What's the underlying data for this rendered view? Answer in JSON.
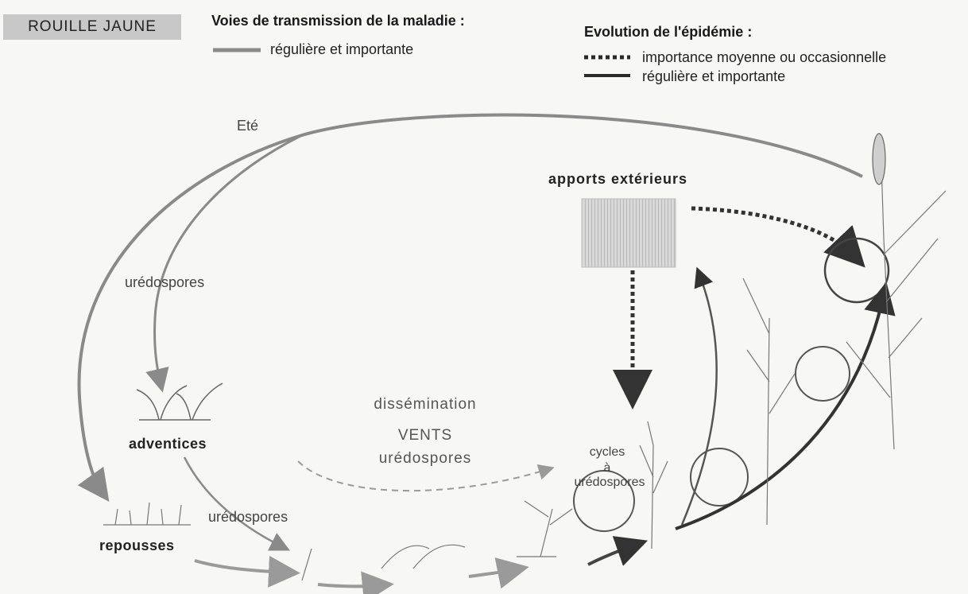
{
  "title": "ROUILLE JAUNE",
  "legend_transmission": {
    "heading": "Voies de transmission de la maladie :",
    "items": [
      {
        "style": "solid-grey",
        "label": "régulière et importante"
      }
    ]
  },
  "legend_evolution": {
    "heading": "Evolution de l'épidémie :",
    "items": [
      {
        "style": "dotted-dark",
        "label": "importance moyenne ou occasionnelle"
      },
      {
        "style": "solid-dark",
        "label": "régulière et importante"
      }
    ]
  },
  "labels": {
    "ete": "Eté",
    "uredospores_top": "urédospores",
    "adventices": "adventices",
    "uredospores_bottom": "urédospores",
    "repousses": "repousses",
    "apports_exterieurs": "apports extérieurs",
    "dissemination": "dissémination",
    "vents": "VENTS",
    "uredospores_wind": "urédospores",
    "cycles_line1": "cycles",
    "cycles_line2": "à",
    "cycles_line3": "urédospores"
  },
  "colors": {
    "background": "#f7f7f5",
    "title_box": "#c8c8c8",
    "grey_path": "#8a8a8a",
    "dark_path": "#3a3a3a"
  }
}
